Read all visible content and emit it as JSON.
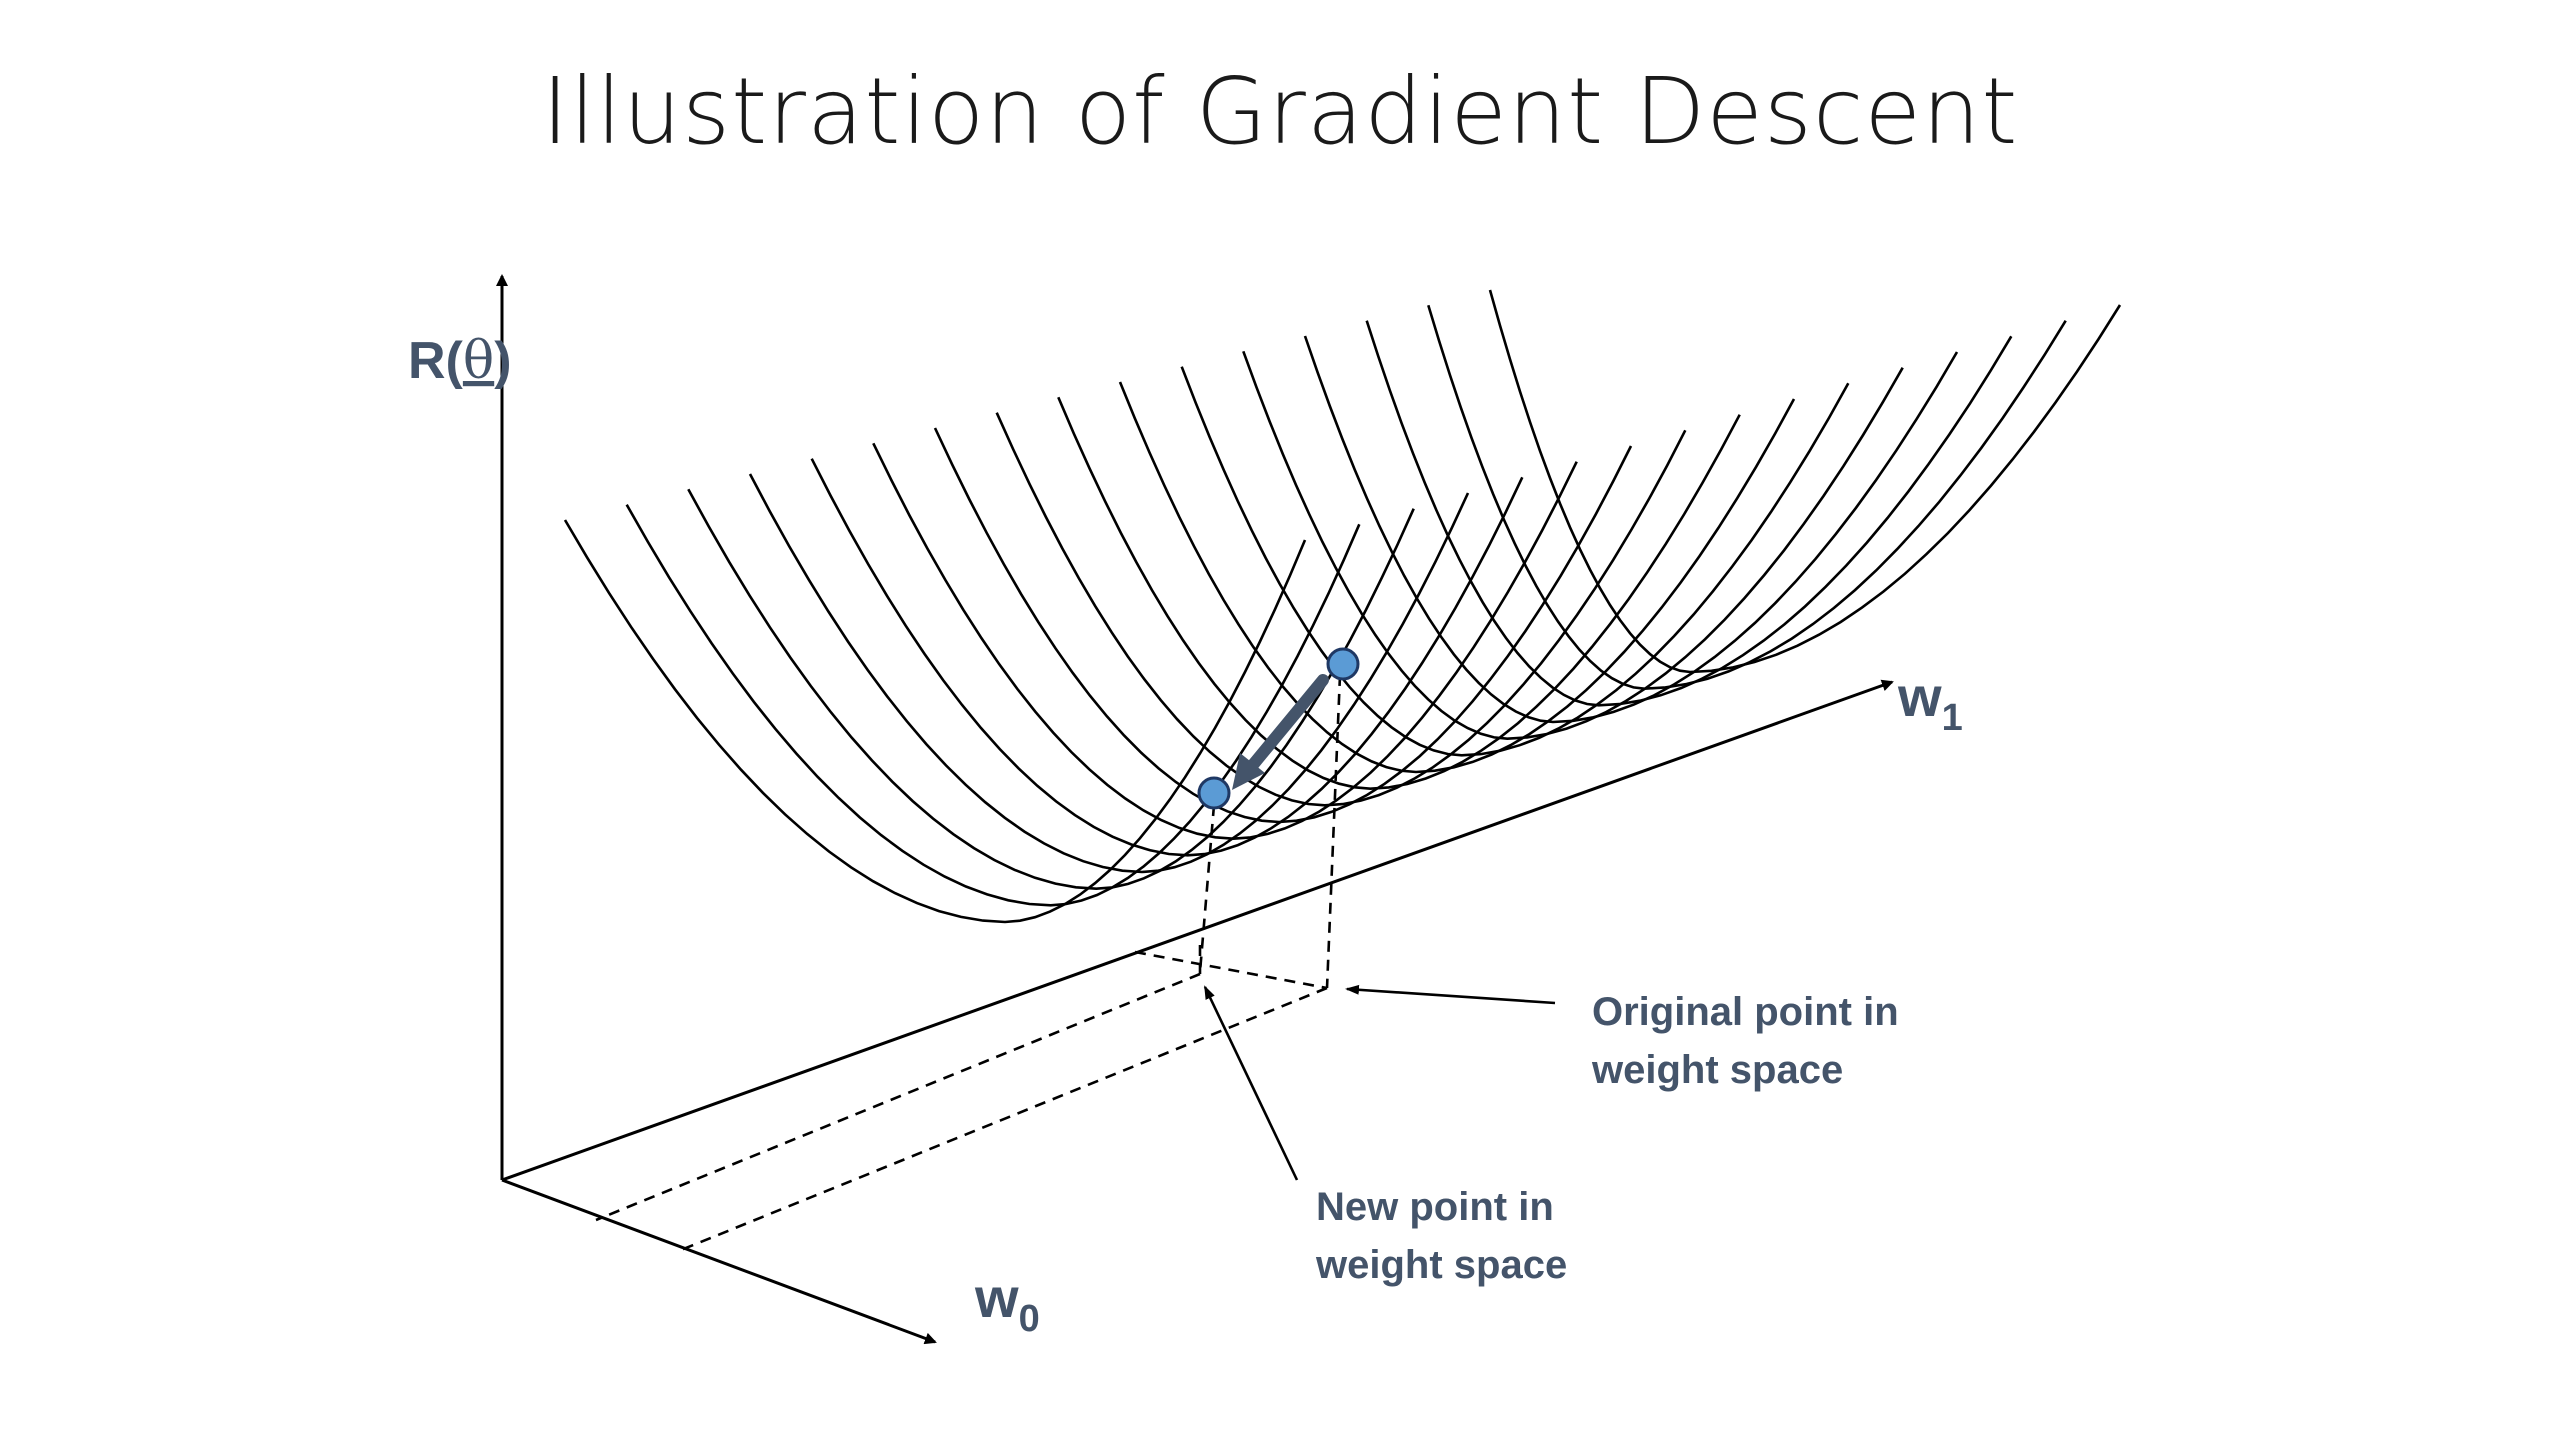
{
  "slide": {
    "title": "Illustration of Gradient Descent"
  },
  "axes": {
    "vertical": {
      "name": "R(",
      "symbol": "θ",
      "close": ")"
    },
    "w1": {
      "base": "w",
      "sub": "1"
    },
    "w0": {
      "base": "w",
      "sub": "0"
    }
  },
  "annotations": {
    "original": {
      "line1": "Original point in",
      "line2": "weight space"
    },
    "new": {
      "line1": "New point in",
      "line2": "weight space"
    }
  },
  "colors": {
    "label": "#44546a",
    "point_fill": "#5b9bd5",
    "point_stroke": "#1f3864",
    "step_arrow": "#44546a",
    "line": "#000000"
  }
}
